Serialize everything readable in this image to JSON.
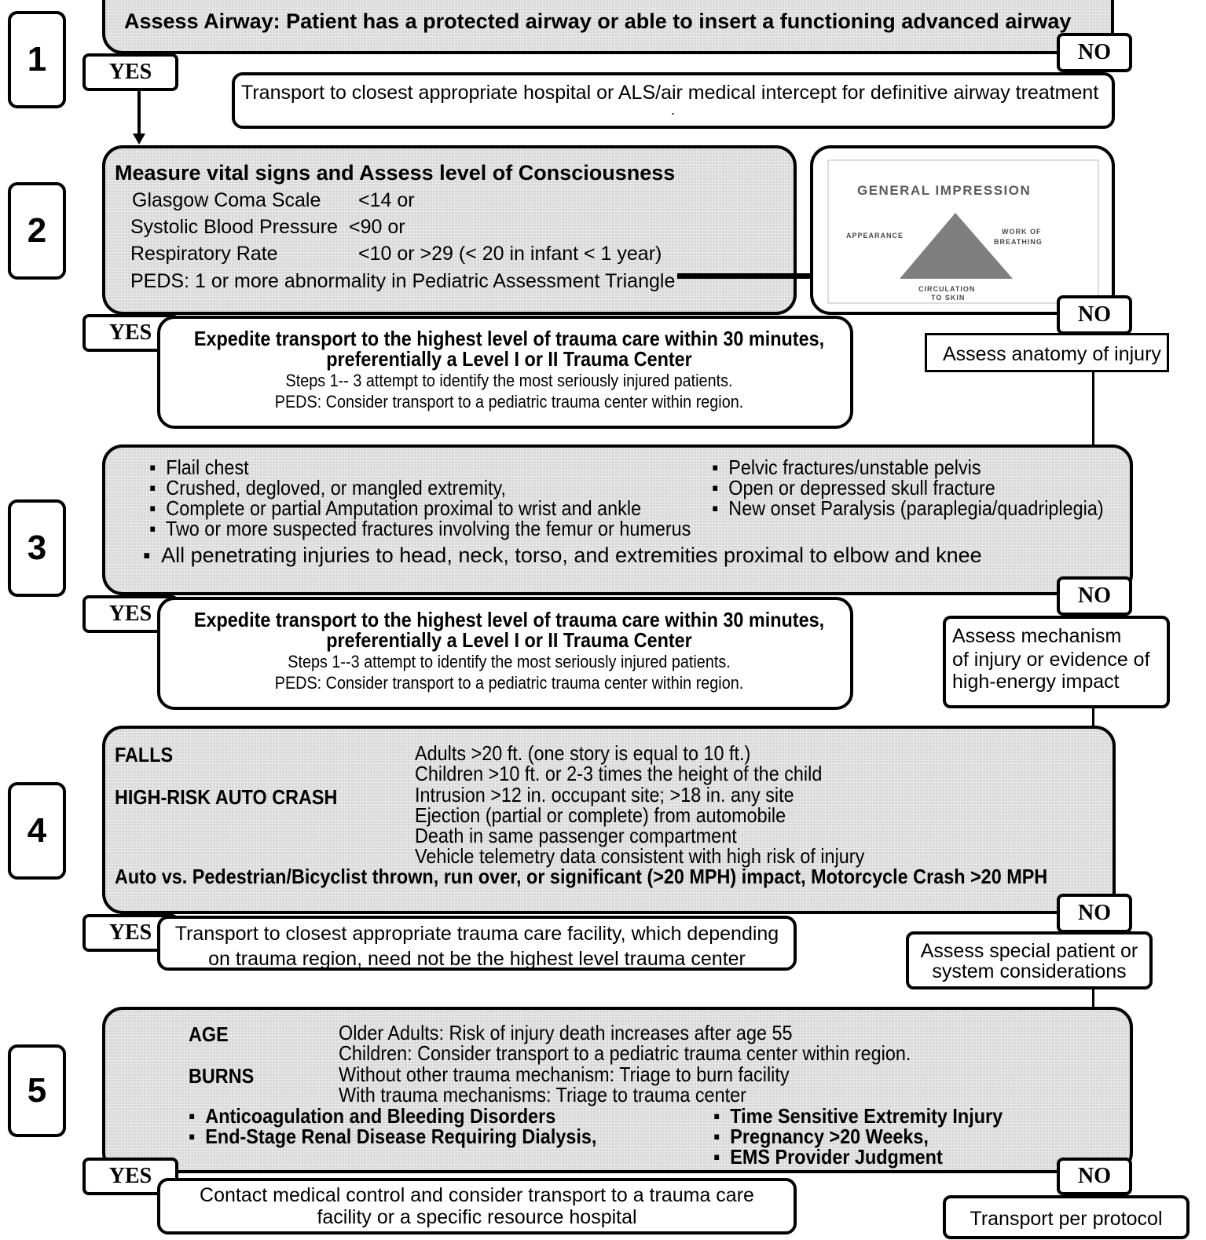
{
  "steps": {
    "s1": {
      "number": "1",
      "assess": "Assess Airway:  Patient has a protected airway or able to insert a functioning advanced airway",
      "yes": "YES",
      "no": "NO",
      "no_action": "Transport to closest appropriate hospital or ALS/air medical intercept for definitive airway treatment",
      "no_action_dot": "."
    },
    "s2": {
      "number": "2",
      "title": "Measure vital signs and Assess level of Consciousness",
      "rows": [
        {
          "label": "Glasgow Coma Scale",
          "value": "<14 or"
        },
        {
          "label": "Systolic Blood Pressure",
          "value": "<90 or"
        },
        {
          "label": "Respiratory Rate",
          "value": "<10 or >29 (< 20 in infant < 1 year)"
        }
      ],
      "peds": "PEDS:  1 or more abnormality in Pediatric Assessment Triangle",
      "triangle": {
        "title": "GENERAL IMPRESSION",
        "left": "APPEARANCE",
        "right_1": "WORK OF",
        "right_2": "BREATHING",
        "bottom_1": "CIRCULATION",
        "bottom_2": "TO SKIN"
      },
      "yes": "YES",
      "no": "NO",
      "yes_title_1": "Expedite transport to the highest level of trauma care within 30 minutes,",
      "yes_title_2": "preferentially a Level I or II Trauma Center",
      "yes_note_1": "Steps 1-- 3 attempt to identify the most seriously injured patients.",
      "yes_note_2": "PEDS:  Consider transport to a pediatric trauma center within region.",
      "no_action": "Assess anatomy of injury"
    },
    "s3": {
      "number": "3",
      "left_items": [
        "Flail chest",
        "Crushed, degloved, or mangled extremity,",
        "Complete or partial Amputation proximal to wrist and ankle",
        "Two or more suspected fractures involving the femur or humerus"
      ],
      "right_items": [
        "Pelvic fractures/unstable pelvis",
        "Open or depressed skull fracture",
        "New onset Paralysis (paraplegia/quadriplegia)"
      ],
      "wide_item": "All penetrating injuries to head, neck, torso, and extremities proximal to elbow and knee",
      "yes": "YES",
      "no": "NO",
      "yes_title_1": "Expedite transport to the highest level of trauma care within 30 minutes,",
      "yes_title_2": "preferentially a Level I or II Trauma Center",
      "yes_note_1": "Steps 1--3 attempt to identify the most seriously injured patients.",
      "yes_note_2": "PEDS:  Consider transport to a pediatric trauma center within region.",
      "no_action_1": "Assess mechanism",
      "no_action_2": "of injury or evidence of",
      "no_action_3": "high-energy impact"
    },
    "s4": {
      "number": "4",
      "falls_label": "FALLS",
      "falls_1": "Adults >20 ft. (one story is equal to 10 ft.)",
      "falls_2": "Children >10 ft. or 2-3 times the height of the child",
      "auto_label": "HIGH-RISK AUTO CRASH",
      "auto_1": "Intrusion >12 in. occupant site; >18 in. any site",
      "auto_2": "Ejection (partial or complete) from automobile",
      "auto_3": "Death in same passenger compartment",
      "auto_4": "Vehicle telemetry data consistent with high risk of injury",
      "ped_line": "Auto vs. Pedestrian/Bicyclist thrown, run over, or significant (>20 MPH) impact, Motorcycle Crash >20 MPH",
      "yes": "YES",
      "no": "NO",
      "yes_action_1": "Transport to closest appropriate trauma care facility, which depending",
      "yes_action_2": "on trauma region, need not be the highest level trauma center",
      "no_action_1": "Assess special patient or",
      "no_action_2": "system considerations"
    },
    "s5": {
      "number": "5",
      "age_label": "AGE",
      "age_1": "Older Adults:  Risk of injury death increases after age 55",
      "age_2": "Children:  Consider transport to a pediatric trauma center within region.",
      "burns_label": "BURNS",
      "burns_1": "Without other trauma mechanism:  Triage to burn facility",
      "burns_2": "With trauma mechanisms:  Triage to trauma center",
      "left_items": [
        "Anticoagulation and Bleeding Disorders",
        "End-Stage Renal Disease Requiring Dialysis,"
      ],
      "right_items": [
        "Time Sensitive Extremity Injury",
        "Pregnancy >20 Weeks,",
        "EMS Provider Judgment"
      ],
      "yes": "YES",
      "no": "NO",
      "yes_action_1": "Contact medical control and consider transport to a trauma care",
      "yes_action_2": "facility or a specific resource hospital",
      "no_action": "Transport per protocol"
    }
  },
  "bullet": "▪"
}
